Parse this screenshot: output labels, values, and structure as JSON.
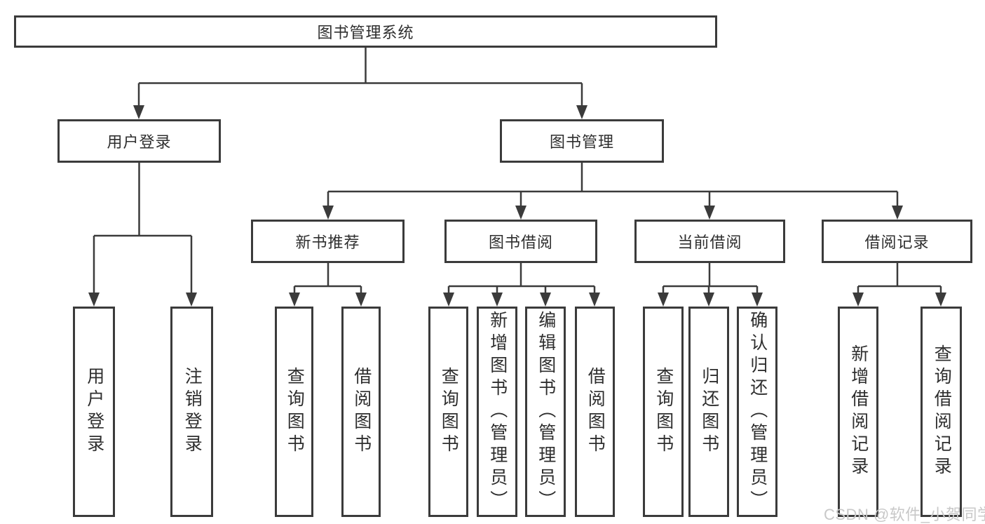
{
  "diagram": {
    "root": {
      "label": "图书管理系统"
    },
    "level2": [
      {
        "label": "用户登录"
      },
      {
        "label": "图书管理"
      }
    ],
    "level3": [
      {
        "label": "新书推荐"
      },
      {
        "label": "图书借阅"
      },
      {
        "label": "当前借阅"
      },
      {
        "label": "借阅记录"
      }
    ],
    "leaves": {
      "user_login": [
        {
          "label": "用户登录"
        },
        {
          "label": "注销登录"
        }
      ],
      "new_book": [
        {
          "label": "查询图书"
        },
        {
          "label": "借阅图书"
        }
      ],
      "book_borrow": [
        {
          "label": "查询图书"
        },
        {
          "label": "新增图书（管理员）"
        },
        {
          "label": "编辑图书（管理员）"
        },
        {
          "label": "借阅图书"
        }
      ],
      "current_borrow": [
        {
          "label": "查询图书"
        },
        {
          "label": "归还图书"
        },
        {
          "label": "确认归还（管理员）"
        }
      ],
      "borrow_records": [
        {
          "label": "新增借阅记录"
        },
        {
          "label": "查询借阅记录"
        }
      ]
    },
    "watermark": "CSDN @软件_小贺同学",
    "colors": {
      "line": "#3b3b3b",
      "text": "#2e2e2e",
      "watermark": "#c8c8c8",
      "background": "#ffffff"
    }
  }
}
